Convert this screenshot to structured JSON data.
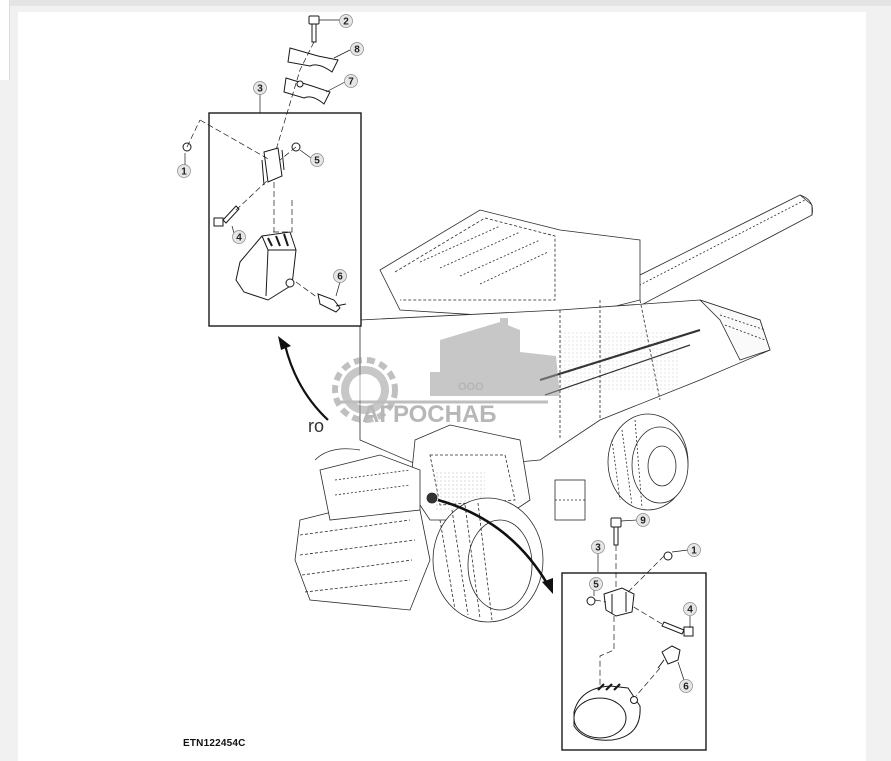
{
  "figure": {
    "id_label": "ETN122454C"
  },
  "callouts_top": [
    {
      "num": "2"
    },
    {
      "num": "8"
    },
    {
      "num": "7"
    },
    {
      "num": "3"
    },
    {
      "num": "1"
    },
    {
      "num": "5"
    },
    {
      "num": "4"
    },
    {
      "num": "6"
    }
  ],
  "callouts_bottom": [
    {
      "num": "9"
    },
    {
      "num": "3"
    },
    {
      "num": "1"
    },
    {
      "num": "5"
    },
    {
      "num": "4"
    },
    {
      "num": "6"
    }
  ],
  "watermark": {
    "small_text": "ООО",
    "brand_text": "АГРОСНАБ"
  },
  "partial_text": "ro",
  "colors": {
    "line": "#1a1a1a",
    "faint_line": "#555555",
    "callout_fill": "#e6e6e6",
    "watermark": "#9a9a9a",
    "page": "#ffffff",
    "background": "#f1f1f1"
  }
}
